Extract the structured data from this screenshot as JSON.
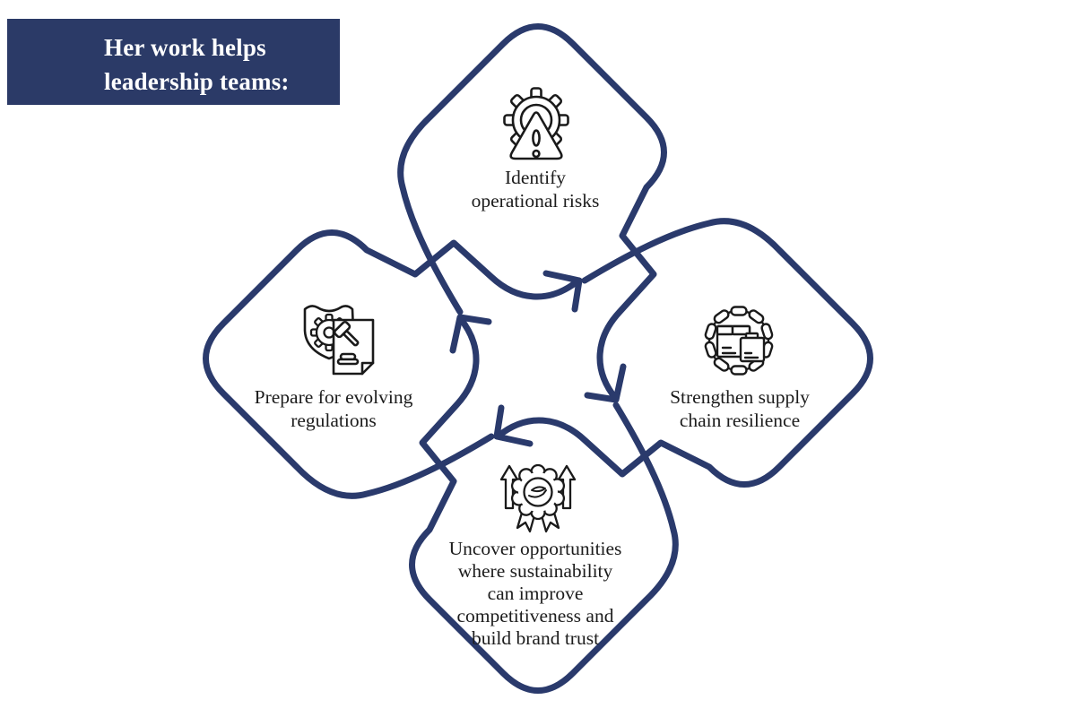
{
  "title": {
    "lines": [
      "Her work helps",
      "leadership teams:"
    ],
    "bg_color": "#2b3a67",
    "text_color": "#ffffff"
  },
  "diagram": {
    "type": "cycle-infographic",
    "flow": "clockwise",
    "line_color": "#2a3a6c",
    "icon_color": "#1a1a1a",
    "nodes": [
      {
        "id": "identify-risks",
        "position": "top",
        "icon": "gear-alert-icon",
        "lines": [
          "Identify",
          "operational risks"
        ]
      },
      {
        "id": "supply-chain",
        "position": "right",
        "icon": "chain-package-icon",
        "lines": [
          "Strengthen supply",
          "chain resilience"
        ]
      },
      {
        "id": "opportunities",
        "position": "bottom",
        "icon": "award-growth-icon",
        "lines": [
          "Uncover opportunities",
          "where sustainability",
          "can improve",
          "competitiveness and",
          "build brand trust"
        ]
      },
      {
        "id": "regulations",
        "position": "left",
        "icon": "shield-gavel-icon",
        "lines": [
          "Prepare for evolving",
          "regulations"
        ]
      }
    ]
  }
}
